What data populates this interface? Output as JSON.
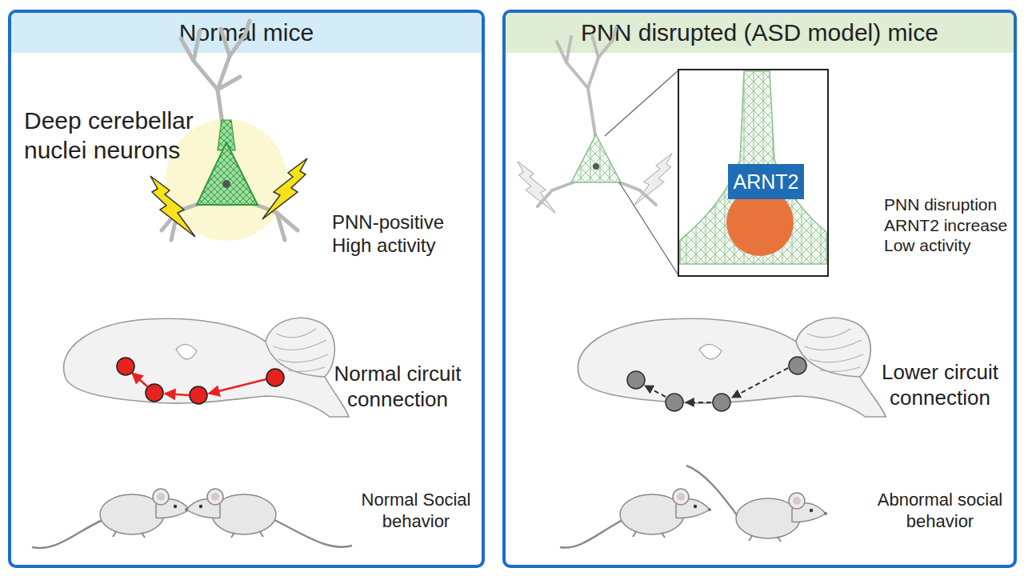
{
  "diagram": {
    "nodes": [
      {
        "text": [
          "Normal mice"
        ]
      },
      {
        "text": [
          "PNN disrupted (ASD model) mice"
        ]
      },
      {
        "text": [
          "ARNT2"
        ],
        "in": 1
      }
    ],
    "labels": [
      "Deep cerebellar nuclei neurons",
      "PNN-positive High activity",
      "Normal circuit connection",
      "Normal Social behavior",
      "PNN disruption ARNT2 increase Low activity",
      "Lower circuit connection",
      "Abnormal social behavior"
    ]
  }
}
